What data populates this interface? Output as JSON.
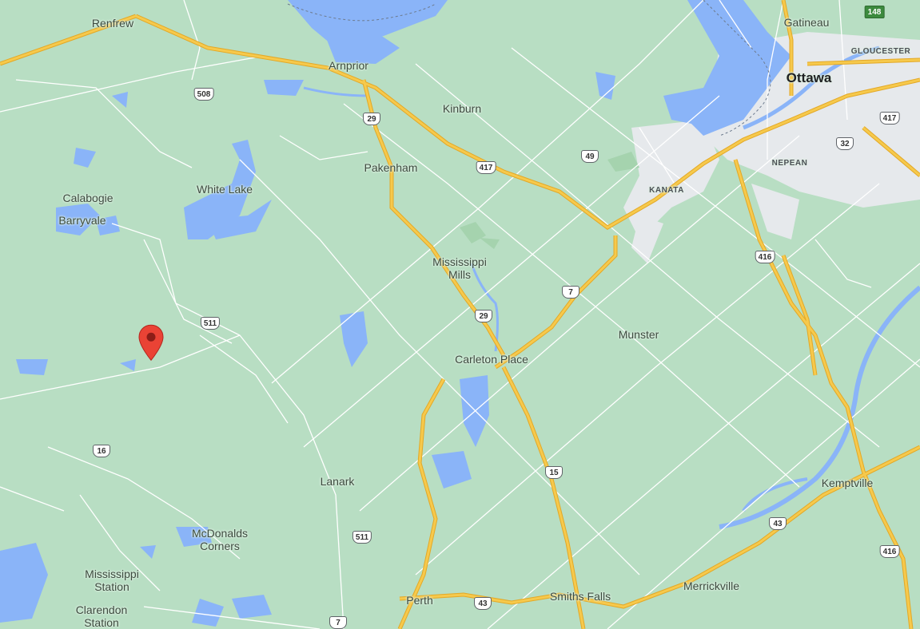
{
  "map": {
    "colors": {
      "land": "#b8dec3",
      "water": "#8ab4f8",
      "urban": "#e8eaed",
      "highway": "#f6c94c",
      "highway_outline": "#e3a826",
      "road": "#ffffff",
      "marker": "#ea4335"
    },
    "labels": [
      {
        "id": "renfrew",
        "text": "Renfrew",
        "kind": "town"
      },
      {
        "id": "gatineau",
        "text": "Gatineau",
        "kind": "town"
      },
      {
        "id": "gloucester",
        "text": "GLOUCESTER",
        "kind": "sub"
      },
      {
        "id": "ottawa",
        "text": "Ottawa",
        "kind": "city"
      },
      {
        "id": "arnprior",
        "text": "Arnprior",
        "kind": "town"
      },
      {
        "id": "kinburn",
        "text": "Kinburn",
        "kind": "town"
      },
      {
        "id": "pakenham",
        "text": "Pakenham",
        "kind": "town"
      },
      {
        "id": "nepean",
        "text": "NEPEAN",
        "kind": "sub"
      },
      {
        "id": "kanata",
        "text": "KANATA",
        "kind": "sub"
      },
      {
        "id": "calabogie",
        "text": "Calabogie",
        "kind": "town"
      },
      {
        "id": "white-lake",
        "text": "White Lake",
        "kind": "town"
      },
      {
        "id": "barryvale",
        "text": "Barryvale",
        "kind": "town"
      },
      {
        "id": "mississippi-mills",
        "text": "Mississippi\nMills",
        "kind": "town"
      },
      {
        "id": "munster",
        "text": "Munster",
        "kind": "town"
      },
      {
        "id": "carleton-place",
        "text": "Carleton Place",
        "kind": "town"
      },
      {
        "id": "lanark",
        "text": "Lanark",
        "kind": "town"
      },
      {
        "id": "kemptville",
        "text": "Kemptville",
        "kind": "town"
      },
      {
        "id": "mcdonalds-corners",
        "text": "McDonalds\nCorners",
        "kind": "town"
      },
      {
        "id": "mississippi-station",
        "text": "Mississippi\nStation",
        "kind": "town"
      },
      {
        "id": "merrickville",
        "text": "Merrickville",
        "kind": "town"
      },
      {
        "id": "smiths-falls",
        "text": "Smiths Falls",
        "kind": "town"
      },
      {
        "id": "perth",
        "text": "Perth",
        "kind": "town"
      },
      {
        "id": "clarendon-station",
        "text": "Clarendon\nStation",
        "kind": "town"
      }
    ],
    "shields": [
      {
        "id": "148",
        "text": "148",
        "green": true
      },
      {
        "id": "508",
        "text": "508"
      },
      {
        "id": "29a",
        "text": "29"
      },
      {
        "id": "417a",
        "text": "417"
      },
      {
        "id": "417b",
        "text": "417"
      },
      {
        "id": "49",
        "text": "49"
      },
      {
        "id": "32",
        "text": "32"
      },
      {
        "id": "416a",
        "text": "416"
      },
      {
        "id": "7a",
        "text": "7"
      },
      {
        "id": "29b",
        "text": "29"
      },
      {
        "id": "511a",
        "text": "511"
      },
      {
        "id": "16",
        "text": "16"
      },
      {
        "id": "15",
        "text": "15"
      },
      {
        "id": "43a",
        "text": "43"
      },
      {
        "id": "511b",
        "text": "511"
      },
      {
        "id": "416b",
        "text": "416"
      },
      {
        "id": "43b",
        "text": "43"
      },
      {
        "id": "7b",
        "text": "7"
      }
    ],
    "marker": {
      "icon": "map-pin-icon"
    }
  }
}
